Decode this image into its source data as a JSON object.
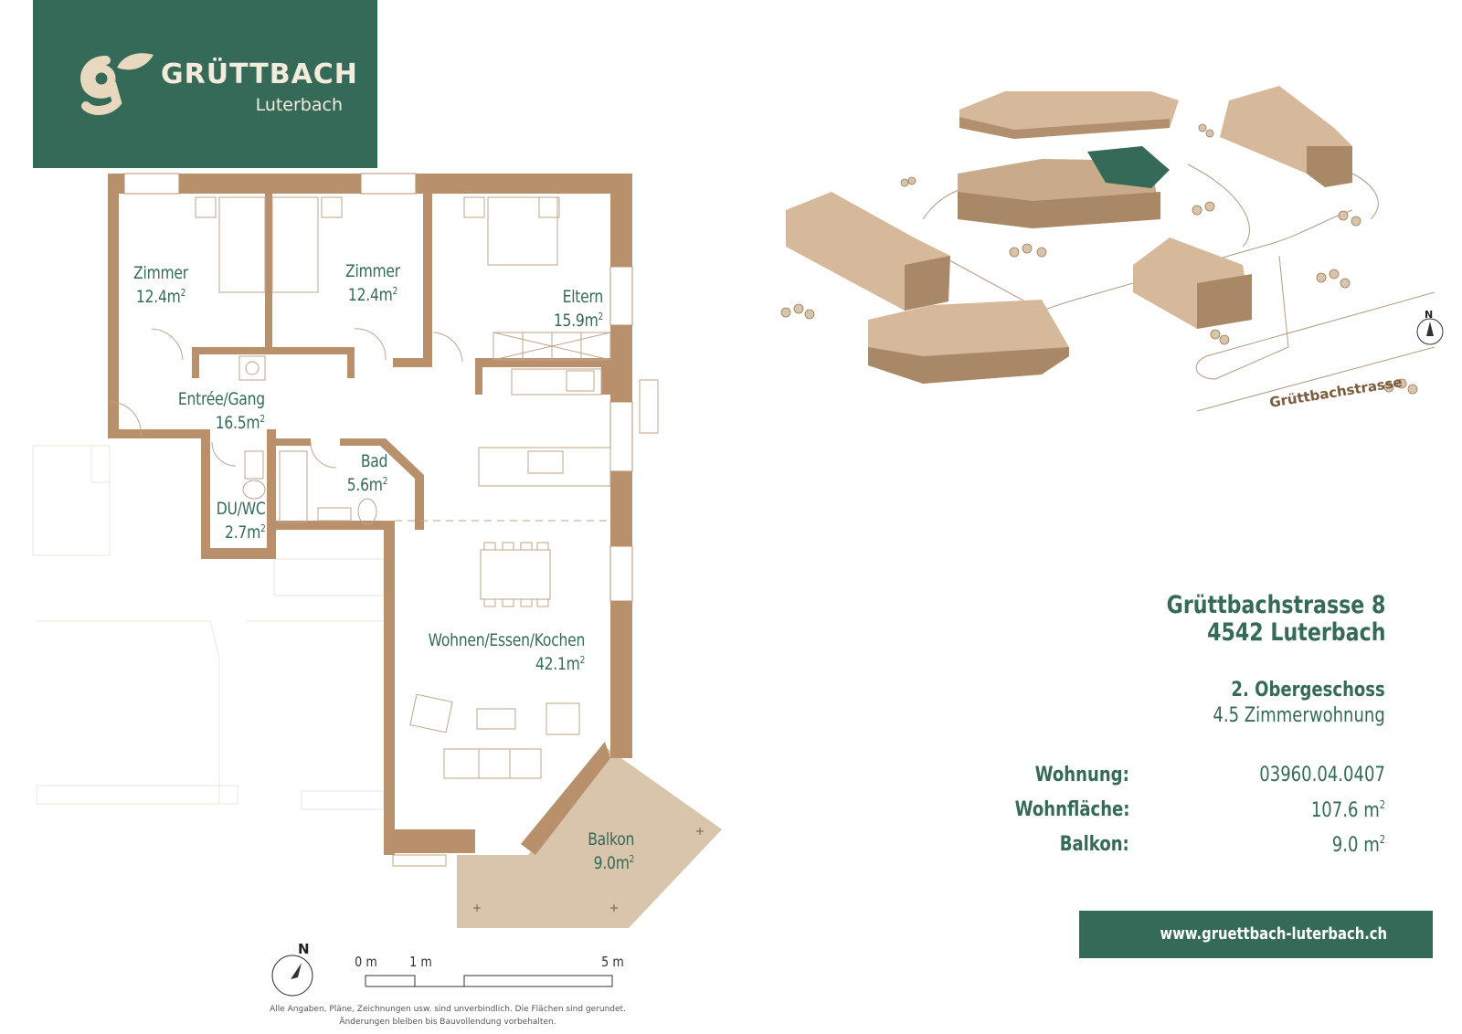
{
  "brand": {
    "logo_mark": "g-leaf-logo",
    "name": "GRÜTTBACH",
    "location": "Luterbach"
  },
  "rooms": {
    "zimmer1": {
      "name": "Zimmer",
      "area": "12.4m"
    },
    "zimmer2": {
      "name": "Zimmer",
      "area": "12.4m"
    },
    "eltern": {
      "name": "Eltern",
      "area": "15.9m"
    },
    "entree": {
      "name": "Entrée/Gang",
      "area": "16.5m"
    },
    "bad": {
      "name": "Bad",
      "area": "5.6m"
    },
    "duwc": {
      "name": "DU/WC",
      "area": "2.7m"
    },
    "wohnen": {
      "name": "Wohnen/Essen/Kochen",
      "area": "42.1m"
    },
    "balkon": {
      "name": "Balkon",
      "area": "9.0m"
    },
    "area_exponent": "2"
  },
  "compass": {
    "north_label": "N"
  },
  "scale": {
    "labels": [
      "0 m",
      "1 m",
      "5 m"
    ]
  },
  "disclaimer": {
    "line1": "Alle Angaben, Pläne, Zeichnungen usw. sind unverbindlich. Die Flächen sind gerundet.",
    "line2": "Änderungen bleiben bis Bauvollendung vorbehalten."
  },
  "site": {
    "street_label": "Grüttbachstrasse",
    "north_label": "N"
  },
  "address": {
    "street": "Grüttbachstrasse 8",
    "city": "4542 Luterbach"
  },
  "unit": {
    "floor": "2. Obergeschoss",
    "type": "4.5 Zimmerwohnung"
  },
  "facts": {
    "wohnung_label": "Wohnung:",
    "wohnung_value": "03960.04.0407",
    "wohnflaeche_label": "Wohnfläche:",
    "wohnflaeche_value": "107.6 m",
    "balkon_label": "Balkon:",
    "balkon_value": "9.0 m",
    "exponent": "2"
  },
  "website": "www.gruettbach-luterbach.ch",
  "colors": {
    "brand_green": "#356a58",
    "wall": "#b8906c",
    "balcony": "#d9c4ac",
    "building": "#c9ab8c"
  }
}
